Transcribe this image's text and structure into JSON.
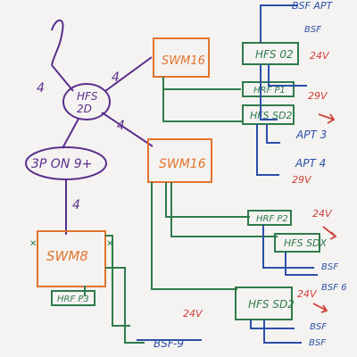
{
  "diagram": {
    "hub_label": "HFS\n2D",
    "swm8_top_label": "SWM16",
    "swm16_mid_label": "SWM16",
    "swm8_label": "SWM8",
    "distribution_label": "3P ON 9+",
    "hfs_02_label": "HFS 02",
    "hfs_p1_top_label": "HRF P1",
    "hfs_sd2_label": "HFS SD2",
    "hfs_mid_label": "HRF P2",
    "hfs_sd_label": "HFS SDX",
    "hfs_sd2_bottom_label": "HFS SD2",
    "hfs_p1_bottom_label": "HRF P3",
    "link_label_4": "4",
    "bsf_apt_label": "BSF APT",
    "apt3_label": "APT 3",
    "apt4_label": "APT 4",
    "bsf_label": "BSF",
    "bsf_6_label": "BSF 6",
    "bsf_9_label": "BSF-9",
    "voltage_24v": "24V",
    "voltage_29v": "29V"
  },
  "colors": {
    "purple": "#5a2f8c",
    "orange": "#e2742e",
    "green": "#2f7b4b",
    "blue": "#2c4fa8",
    "red": "#d1403a",
    "board": "#f4f3f1"
  }
}
